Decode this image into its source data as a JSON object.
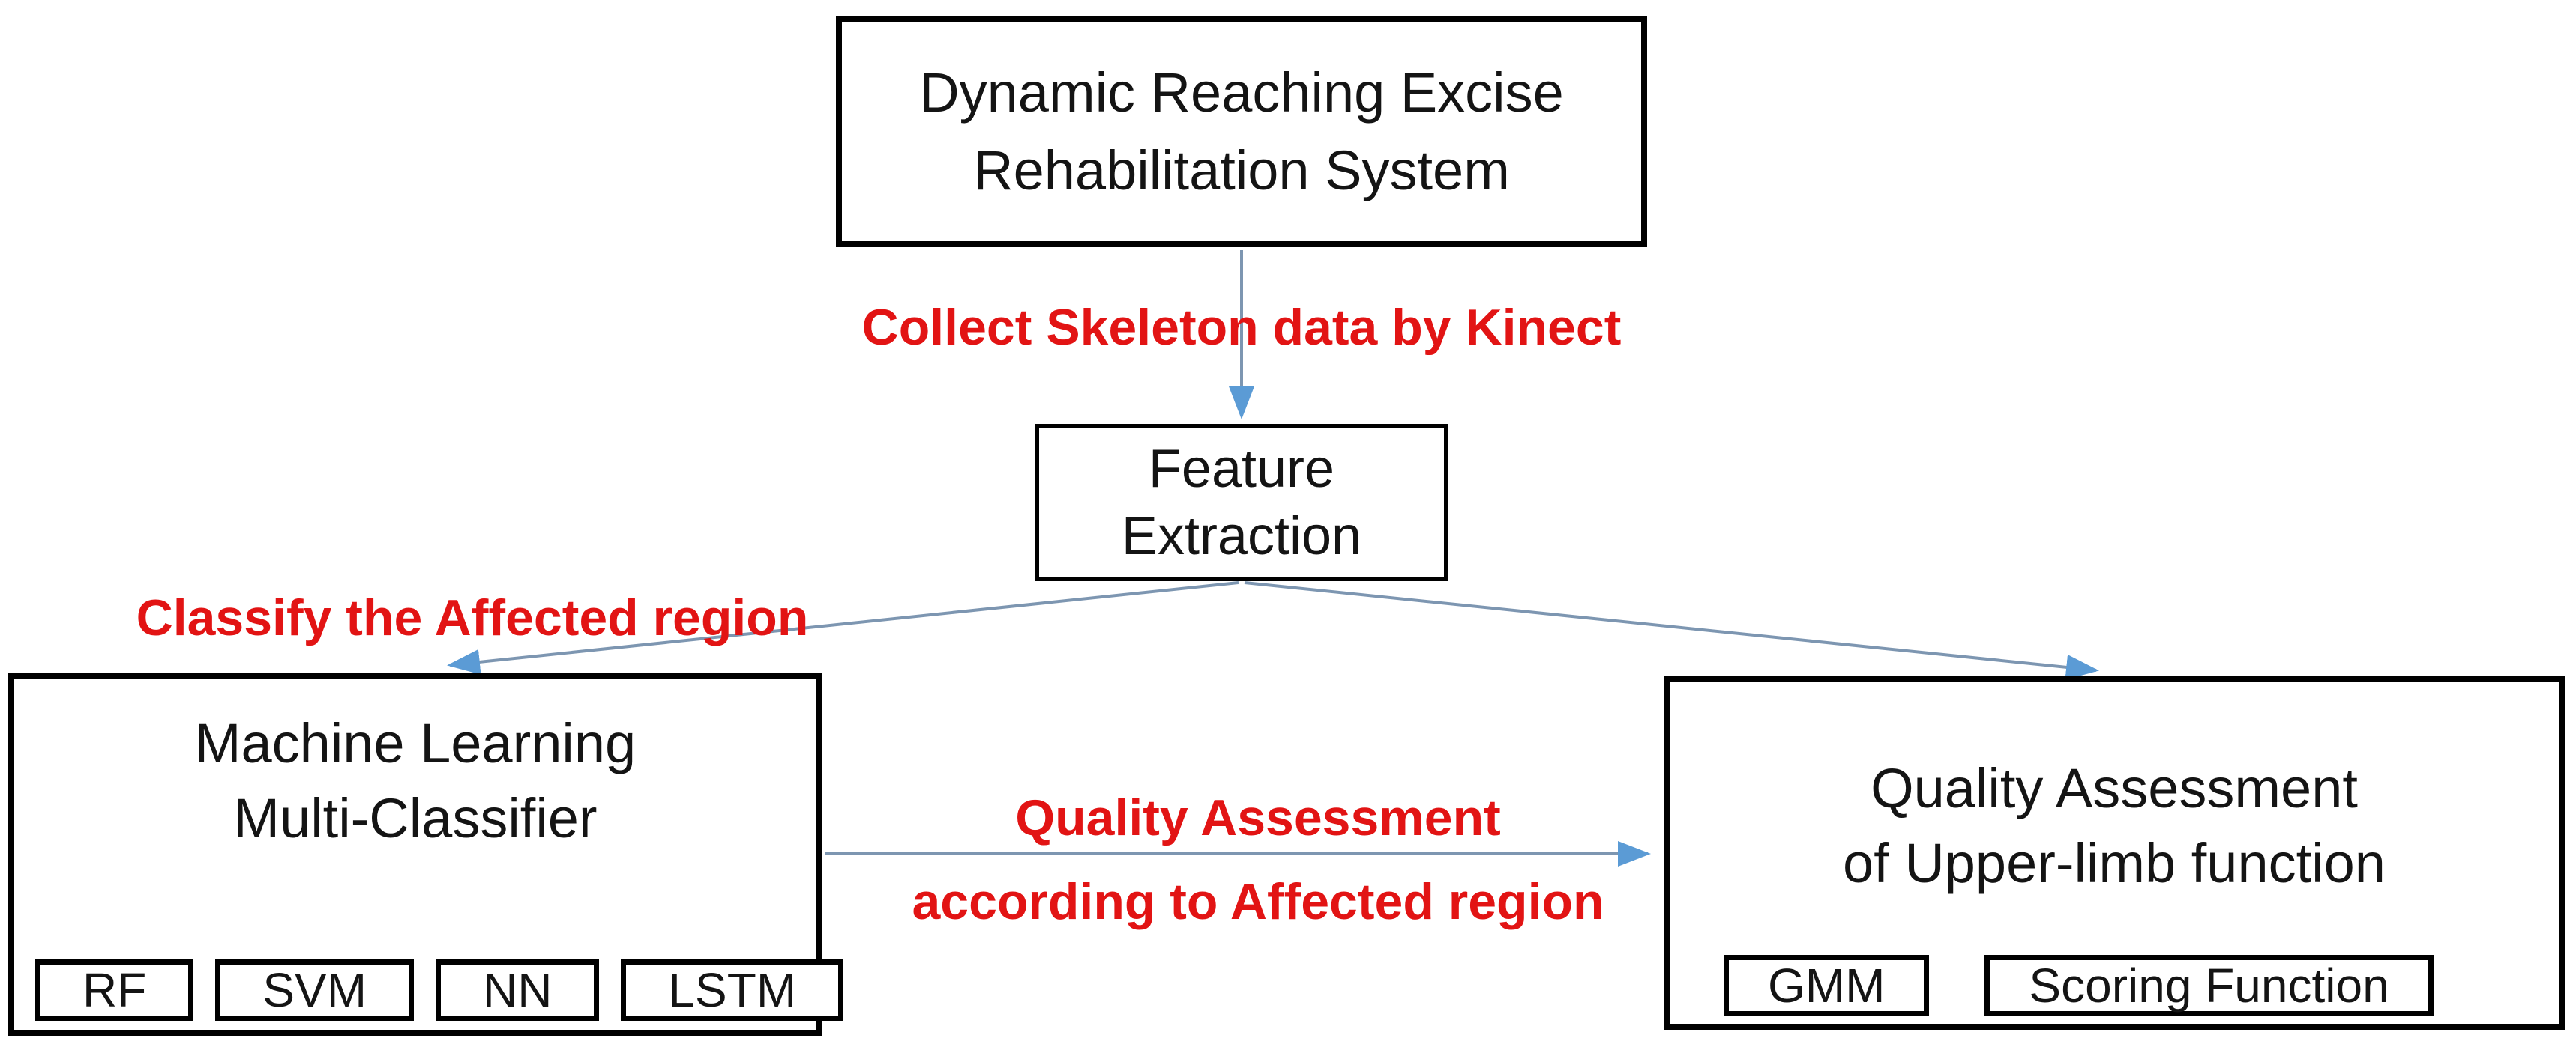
{
  "diagram": {
    "title": "Dynamic Reaching Excise Rehabilitation System flowchart",
    "colors": {
      "background": "#ffffff",
      "box_border": "#000000",
      "box_text": "#141414",
      "red_label": "#e21414",
      "arrow_line": "#7d96b1",
      "arrow_head": "#5b9bd5"
    },
    "nodes": {
      "system": {
        "line1": "Dynamic Reaching Excise",
        "line2": "Rehabilitation System"
      },
      "feature": {
        "line1": "Feature",
        "line2": "Extraction"
      },
      "ml": {
        "line1": "Machine Learning",
        "line2": "Multi-Classifier",
        "methods": [
          "RF",
          "SVM",
          "NN",
          "LSTM"
        ]
      },
      "qa": {
        "line1": "Quality Assessment",
        "line2": "of Upper-limb function",
        "methods": [
          "GMM",
          "Scoring Function"
        ]
      }
    },
    "edges": {
      "collect_label": "Collect Skeleton data by Kinect",
      "classify_label": "Classify the Affected region",
      "quality_label_line1": "Quality Assessment",
      "quality_label_line2": "according to Affected region"
    }
  }
}
